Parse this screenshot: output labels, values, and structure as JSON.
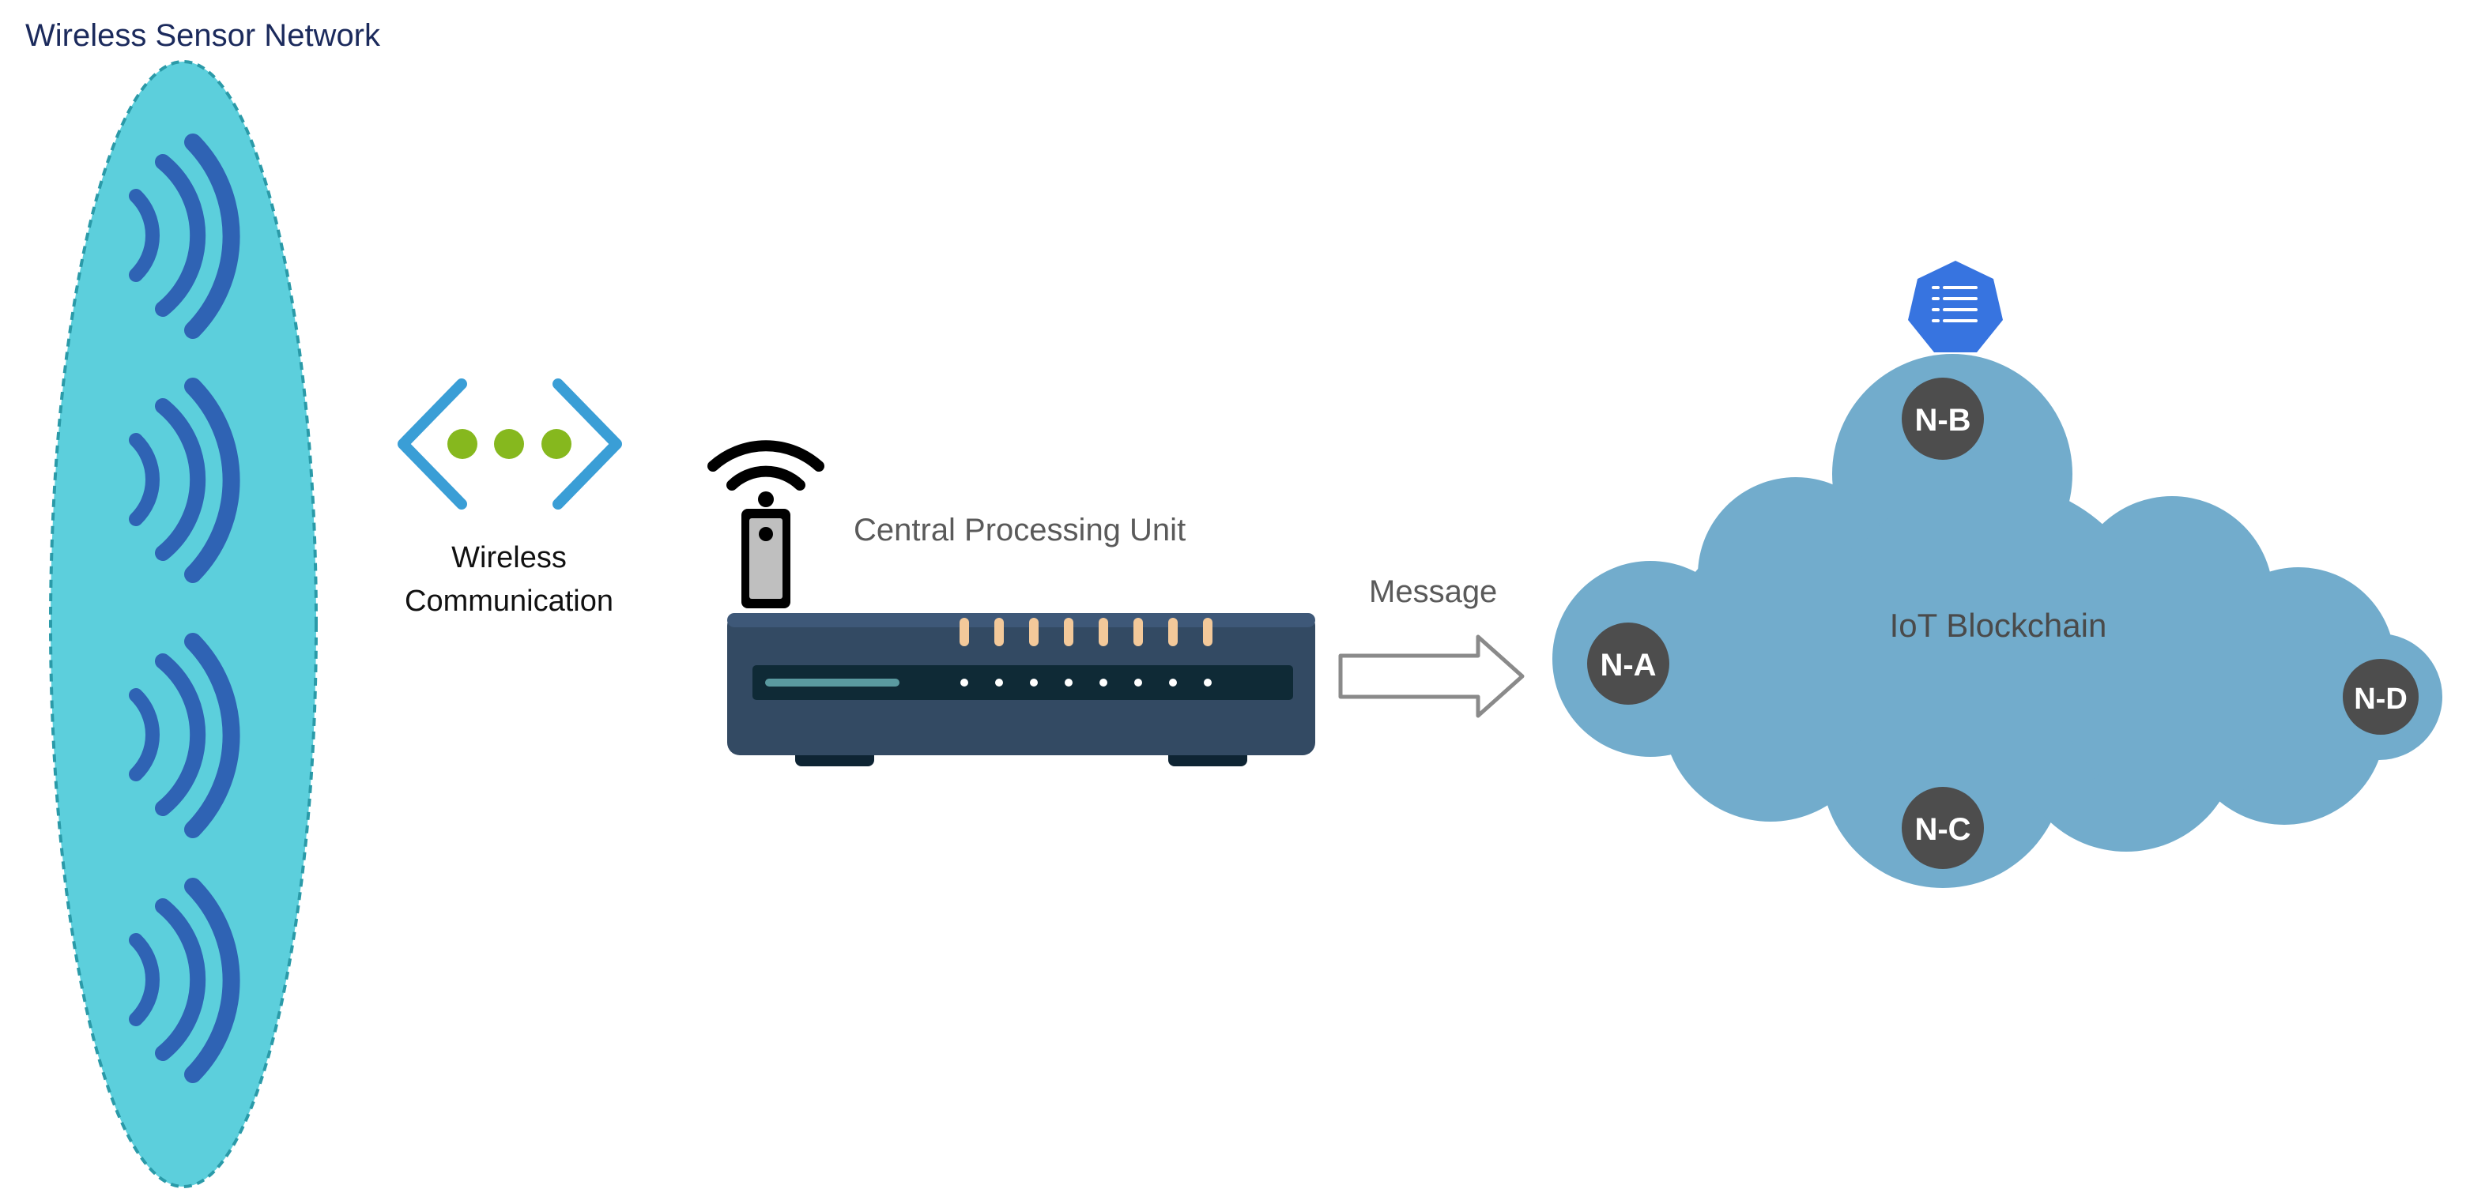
{
  "diagram": {
    "wsn_title": "Wireless Sensor Network",
    "wireless_label_line1": "Wireless",
    "wireless_label_line2": "Communication",
    "cpu_label": "Central Processing Unit",
    "message_label": "Message",
    "blockchain_label": "IoT Blockchain",
    "nodes": {
      "a": "N-A",
      "b": "N-B",
      "c": "N-C",
      "d": "N-D"
    }
  },
  "colors": {
    "title": "#1b2a5c",
    "ellipse_fill": "#5ccfdc",
    "ellipse_stroke": "#2a9aa8",
    "signal": "#2f63b4",
    "connector_bracket": "#3a9ed6",
    "connector_dots": "#86b81e",
    "router_body": "#334a63",
    "router_panel": "#0f2a36",
    "router_led": "#f3c99a",
    "cloud": "#72accc",
    "node": "#4d4d4d",
    "ledger_icon": "#3774e0",
    "label_gray": "#5a5a5a"
  },
  "icons": {
    "signal": "wireless-signal-icon",
    "connector": "connection-dots-icon",
    "router": "router-icon",
    "wifi": "wifi-icon",
    "arrow": "right-arrow-icon",
    "ledger": "ledger-list-icon"
  }
}
